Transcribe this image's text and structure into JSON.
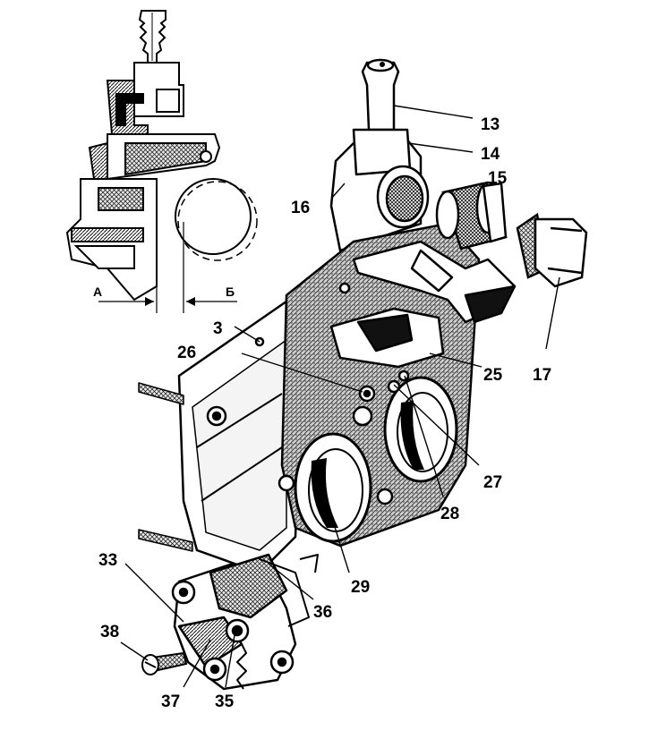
{
  "figure": {
    "inset_labels": {
      "left": "А",
      "right": "Б"
    },
    "callouts": [
      {
        "id": "13",
        "text": "13",
        "part": "fuel-inlet-fitting"
      },
      {
        "id": "14",
        "text": "14",
        "part": "fitting-boss"
      },
      {
        "id": "15",
        "text": "15",
        "part": "mesh-filter"
      },
      {
        "id": "16",
        "text": "16",
        "part": "carburetor-cover"
      },
      {
        "id": "17",
        "text": "17",
        "part": "filter-plug"
      },
      {
        "id": "3",
        "text": "3",
        "part": "cover-screw-hole"
      },
      {
        "id": "26",
        "text": "26",
        "part": "gasket-hole"
      },
      {
        "id": "25",
        "text": "25",
        "part": "float-assembly"
      },
      {
        "id": "27",
        "text": "27",
        "part": "pin"
      },
      {
        "id": "28",
        "text": "28",
        "part": "needle-valve"
      },
      {
        "id": "29",
        "text": "29",
        "part": "choke-throat"
      },
      {
        "id": "33",
        "text": "33",
        "part": "accelerator-pump-housing"
      },
      {
        "id": "36",
        "text": "36",
        "part": "pump-lever"
      },
      {
        "id": "38",
        "text": "38",
        "part": "screw"
      },
      {
        "id": "37",
        "text": "37",
        "part": "pump-diaphragm"
      },
      {
        "id": "35",
        "text": "35",
        "part": "pump-spring"
      }
    ]
  }
}
